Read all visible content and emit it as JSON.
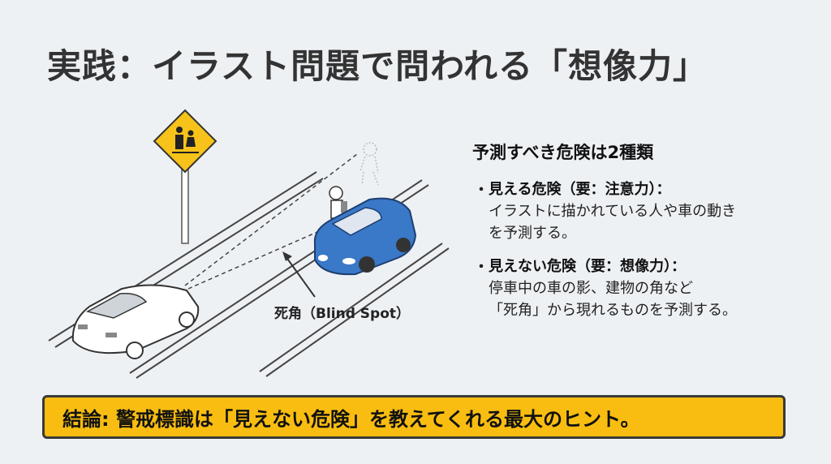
{
  "title": "実践：イラスト問題で問われる「想像力」",
  "illustration": {
    "sign": "school-zone-children-crossing-sign",
    "blind_spot_label": "死角（Blind Spot）",
    "colors": {
      "sign_yellow": "#f7c31a",
      "blue_car": "#3a78c8",
      "white_car": "#ffffff"
    }
  },
  "panel": {
    "heading": "予測すべき危険は2種類",
    "items": [
      {
        "bullet": "・",
        "head": "見える危険（要：注意力）：",
        "desc_lines": [
          "イラストに描かれている人や車の動き",
          "を予測する。"
        ]
      },
      {
        "bullet": "・",
        "head": "見えない危険（要：想像力）：",
        "desc_lines": [
          "停車中の車の影、建物の角など",
          "「死角」から現れるものを予測する。"
        ]
      }
    ]
  },
  "conclusion": {
    "text": "結論: 警戒標識は「見えない危険」を教えてくれる最大のヒント。",
    "colors": {
      "background": "#f8bd10",
      "border": "#3a3a3a"
    }
  }
}
